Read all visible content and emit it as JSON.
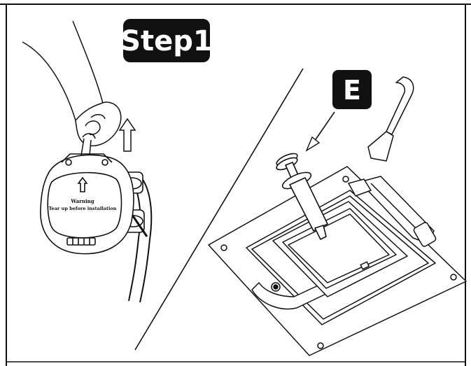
{
  "step_label": "Step1",
  "callout_label": "E",
  "pump_warning": {
    "line1": "Warning",
    "line2": "Tear up before installation"
  },
  "colors": {
    "line": "#111111",
    "badge_fill": "#111111",
    "badge_text": "#ffffff",
    "background": "#ffffff"
  },
  "icons": [
    "hand-icon",
    "up-arrow-icon",
    "syringe-icon",
    "spatula-icon",
    "pointer-arrow-icon"
  ]
}
